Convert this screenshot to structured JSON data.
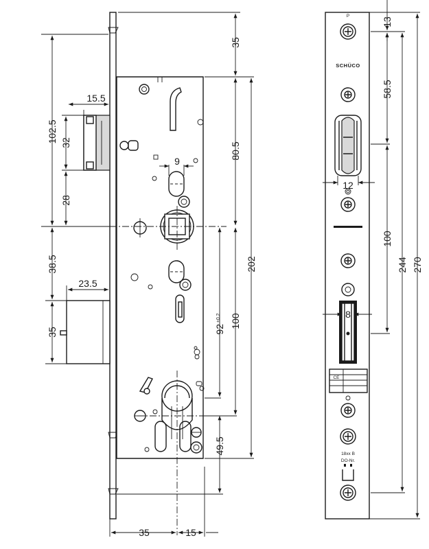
{
  "side_view": {
    "dims": {
      "top_forend": "35",
      "latch_width": "15.5",
      "d_102_5": "102.5",
      "latch_height": "32",
      "d_28": "28",
      "handle_offset": "9",
      "d_80_5": "80.5",
      "d_202": "202",
      "d_38_5": "38.5",
      "bolt_throw": "23.5",
      "bolt_height": "35",
      "distance": "92",
      "distance_tol": "±0.2",
      "d_100": "100",
      "d_49_5": "49.5",
      "backset": "35",
      "d_15": "15"
    }
  },
  "front_view": {
    "dims": {
      "top": "13",
      "latch_pos": "58.5",
      "latch_width": "12",
      "d_100": "100",
      "d_244": "244",
      "d_270": "270",
      "bolt_width": "8"
    },
    "brand": "SCHÜCO",
    "top_mark": "P",
    "ce_mark": "CE",
    "label_line1": "18xx B",
    "label_line2": "DO-Nr."
  }
}
